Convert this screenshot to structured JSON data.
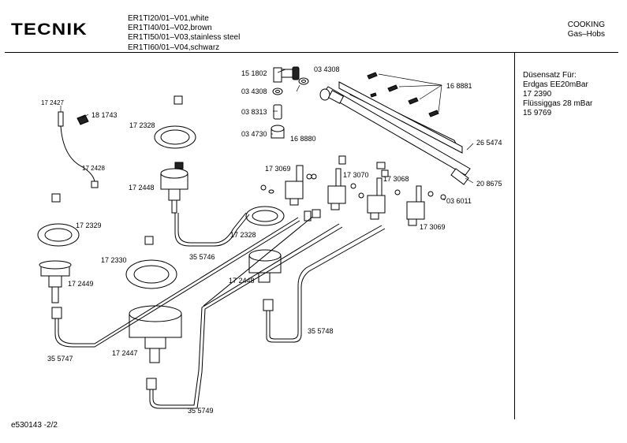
{
  "header": {
    "logo": "TECNIK",
    "models": [
      "ER1TI20/01–V01,white",
      "ER1TI40/01–V02,brown",
      "ER1TI50/01–V03,stainless steel",
      "ER1TI60/01–V04,schwarz"
    ],
    "category": "COOKING",
    "subcategory": "Gas–Hobs"
  },
  "side_panel": {
    "lines": [
      "Düsensatz Für:",
      "Erdgas EE20mBar",
      "17 2390",
      "Flüssiggas 28 mBar",
      "15 9769"
    ]
  },
  "footer": {
    "code": "e530143  -2/2"
  },
  "parts": {
    "p151802": "15 1802",
    "p034308a": "03 4308",
    "p034308b": "03 4308",
    "p038313": "03 8313",
    "p034730": "03 4730",
    "p168880": "16 8880",
    "p168881": "16 8881",
    "p265474": "26 5474",
    "p208675": "20 8675",
    "p036011": "03 6011",
    "p173069a": "17 3069",
    "p173069b": "17 3069",
    "p173070": "17 3070",
    "p173068": "17 3068",
    "p172427": "17 2427",
    "p181743": "18 1743",
    "p172428": "17 2428",
    "p172328a": "17 2328",
    "p172328b": "17 2328",
    "p172448a": "17 2448",
    "p172448b": "17 2448",
    "p172329": "17 2329",
    "p172330": "17 2330",
    "p172449": "17 2449",
    "p172447": "17 2447",
    "p355746": "35 5746",
    "p355747": "35 5747",
    "p355748": "35 5748",
    "p355749": "35 5749"
  }
}
